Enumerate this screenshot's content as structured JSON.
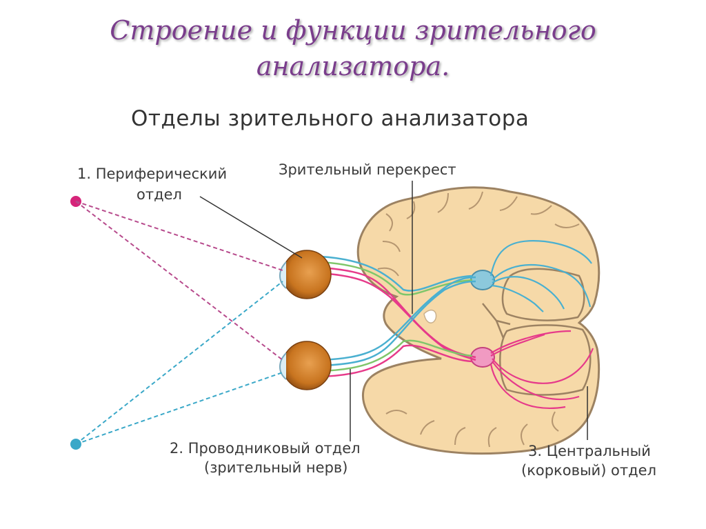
{
  "title": {
    "line1": "Строение и функции зрительного",
    "line2": "анализатора."
  },
  "diagram": {
    "heading": "Отделы зрительного анализатора",
    "labels": {
      "peripheral_line1": "1. Периферический",
      "peripheral_line2": "отдел",
      "chiasm": "Зрительный перекрест",
      "conductive_line1": "2. Проводниковый отдел",
      "conductive_line2": "(зрительный нерв)",
      "central_line1": "3. Центральный",
      "central_line2": "(корковый) отдел"
    },
    "colors": {
      "title": "#7a3d8c",
      "left_field_point": "#d6247a",
      "right_field_point": "#3aa8c8",
      "brain_fill": "#f6d9a8",
      "brain_outline": "#9c8262",
      "eye": "#c8741f"
    }
  }
}
